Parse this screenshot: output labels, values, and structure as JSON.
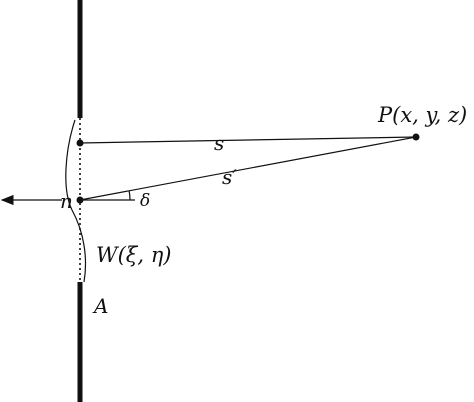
{
  "labels": {
    "point": "P(x, y, z)",
    "s": "s",
    "s_prime": "s′",
    "normal": "n",
    "angle": "δ",
    "wavefront": "W(ξ, η)",
    "aperture": "A"
  }
}
